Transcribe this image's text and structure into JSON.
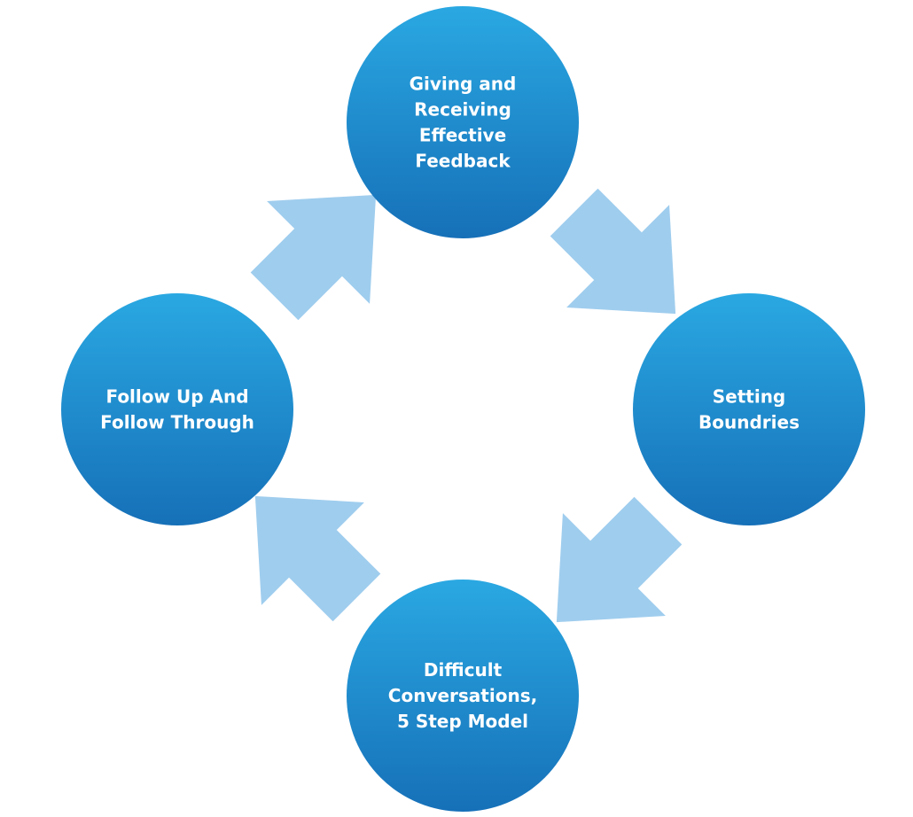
{
  "diagram": {
    "type": "cycle",
    "colors": {
      "node_top": "#2aa8e2",
      "node_bottom": "#1670b8",
      "arrow": "#9fcdee",
      "background": "#ffffff",
      "text": "#ffffff"
    },
    "nodes": [
      {
        "id": "feedback",
        "lines": [
          "Giving and",
          "Receiving",
          "Effective",
          "Feedback"
        ]
      },
      {
        "id": "boundaries",
        "lines": [
          "Setting",
          "Boundries"
        ]
      },
      {
        "id": "difficult",
        "lines": [
          "Difficult",
          "Conversations,",
          "5 Step Model"
        ]
      },
      {
        "id": "follow-up",
        "lines": [
          "Follow Up And",
          "Follow Through"
        ]
      }
    ],
    "arrows": [
      {
        "from": "feedback",
        "to": "boundaries"
      },
      {
        "from": "boundaries",
        "to": "difficult"
      },
      {
        "from": "difficult",
        "to": "follow-up"
      },
      {
        "from": "follow-up",
        "to": "feedback"
      }
    ]
  }
}
